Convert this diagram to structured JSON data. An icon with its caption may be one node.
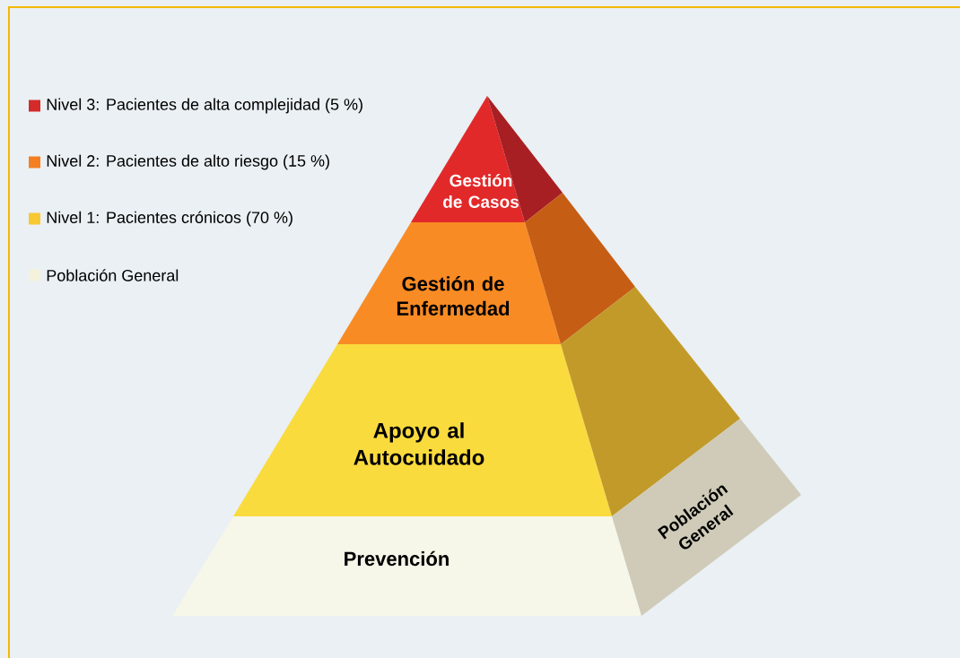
{
  "diagram": {
    "nodes": [
      {
        "text": [
          "Gestión de Casos"
        ]
      },
      {
        "text": [
          "Gestión de Enfermedad"
        ]
      },
      {
        "text": [
          "Apoyo al Autocuidado"
        ]
      },
      {
        "text": [
          "Prevención"
        ]
      },
      {
        "text": [
          "Población General"
        ]
      }
    ],
    "legend": [
      {
        "text": "Nivel 3: Pacientes de alta complejidad (5 %)",
        "color": "#d42a2a"
      },
      {
        "text": "Nivel 2: Pacientes de alto riesgo (15 %)",
        "color": "#f57f20"
      },
      {
        "text": "Nivel 1: Pacientes crónicos (70 %)",
        "color": "#f8c834"
      },
      {
        "text": "Población General",
        "color": "#f5f2dc"
      }
    ]
  }
}
